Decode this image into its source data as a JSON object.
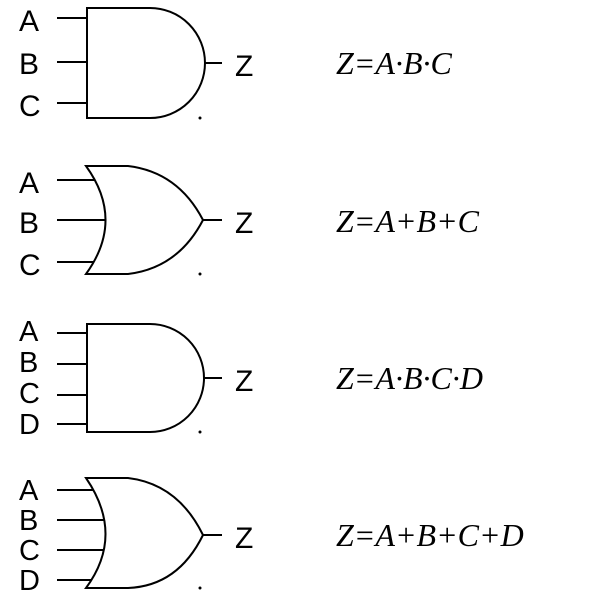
{
  "gates": [
    {
      "type": "AND",
      "inputs": [
        "A",
        "B",
        "C"
      ],
      "output": "Z",
      "equation": "Z=A·B·C"
    },
    {
      "type": "OR",
      "inputs": [
        "A",
        "B",
        "C"
      ],
      "output": "Z",
      "equation": "Z=A+B+C"
    },
    {
      "type": "AND",
      "inputs": [
        "A",
        "B",
        "C",
        "D"
      ],
      "output": "Z",
      "equation": "Z=A·B·C·D"
    },
    {
      "type": "OR",
      "inputs": [
        "A",
        "B",
        "C",
        "D"
      ],
      "output": "Z",
      "equation": "Z=A+B+C+D"
    }
  ]
}
